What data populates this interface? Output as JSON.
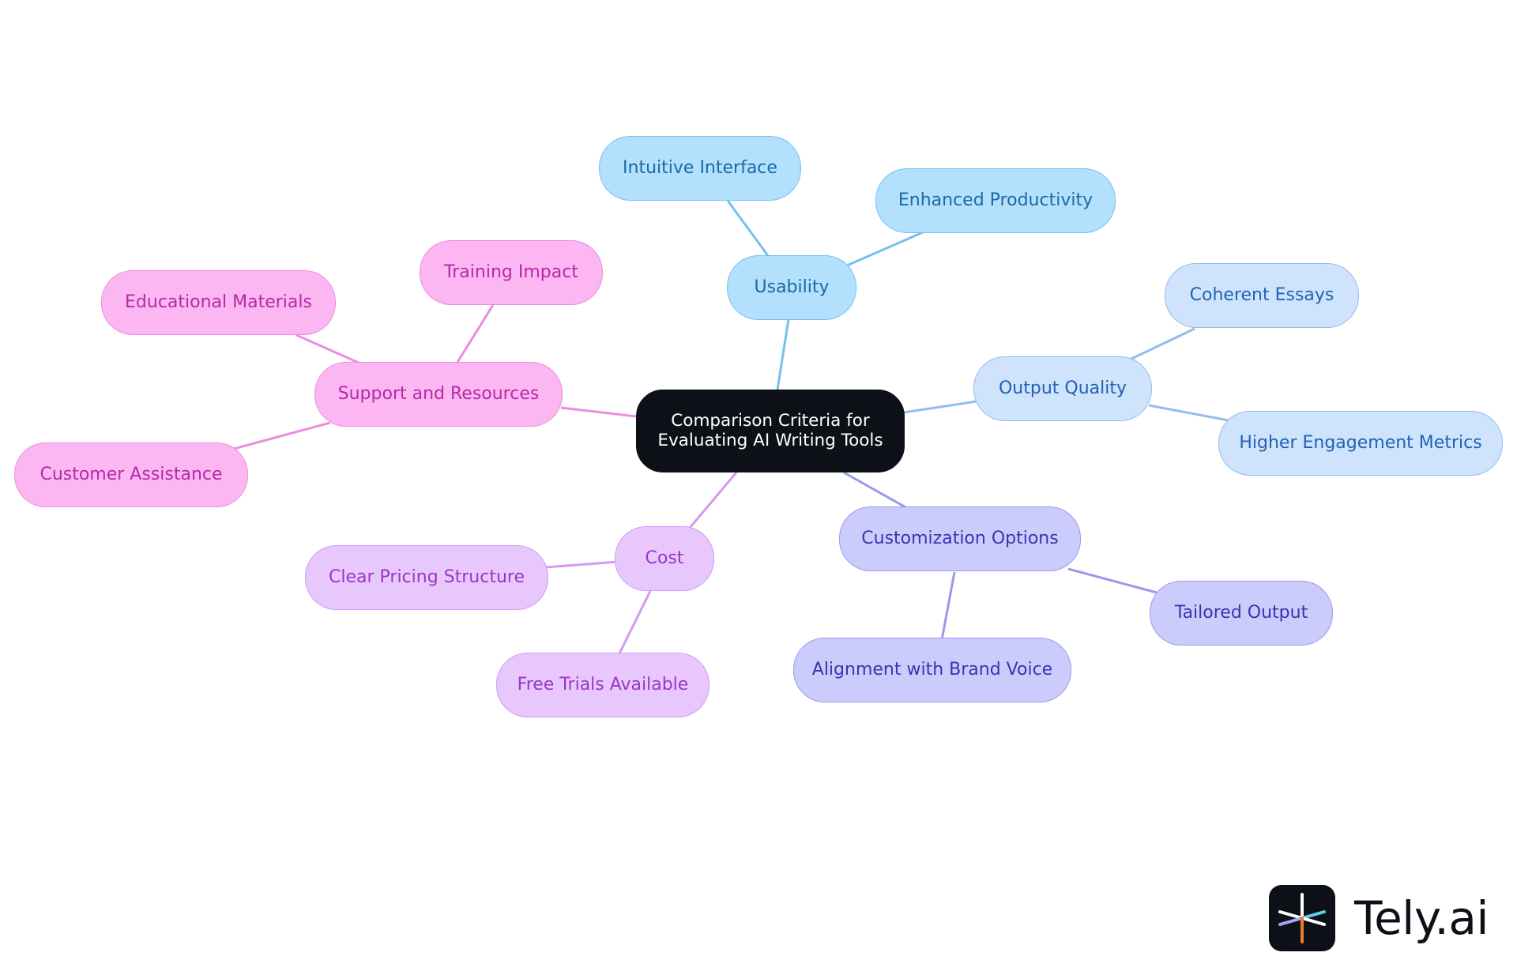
{
  "diagram": {
    "root": {
      "label": "Comparison Criteria for Evaluating AI Writing Tools"
    },
    "branches": [
      {
        "label": "Usability",
        "color": "#77c0ee",
        "children": [
          "Intuitive Interface",
          "Enhanced Productivity"
        ]
      },
      {
        "label": "Output Quality",
        "color": "#93bdec",
        "children": [
          "Coherent Essays",
          "Higher Engagement Metrics"
        ]
      },
      {
        "label": "Customization Options",
        "color": "#9a9aec",
        "children": [
          "Tailored Output",
          "Alignment with Brand Voice"
        ]
      },
      {
        "label": "Cost",
        "color": "#d49af0",
        "children": [
          "Clear Pricing Structure",
          "Free Trials Available"
        ]
      },
      {
        "label": "Support and Resources",
        "color": "#ec8cdf",
        "children": [
          "Training Impact",
          "Educational Materials",
          "Customer Assistance"
        ]
      }
    ]
  },
  "brand": {
    "name": "Tely.ai",
    "mark_colors": [
      "#ffffff",
      "#a8a4f2",
      "#5ad0e8",
      "#f07a2a"
    ]
  }
}
